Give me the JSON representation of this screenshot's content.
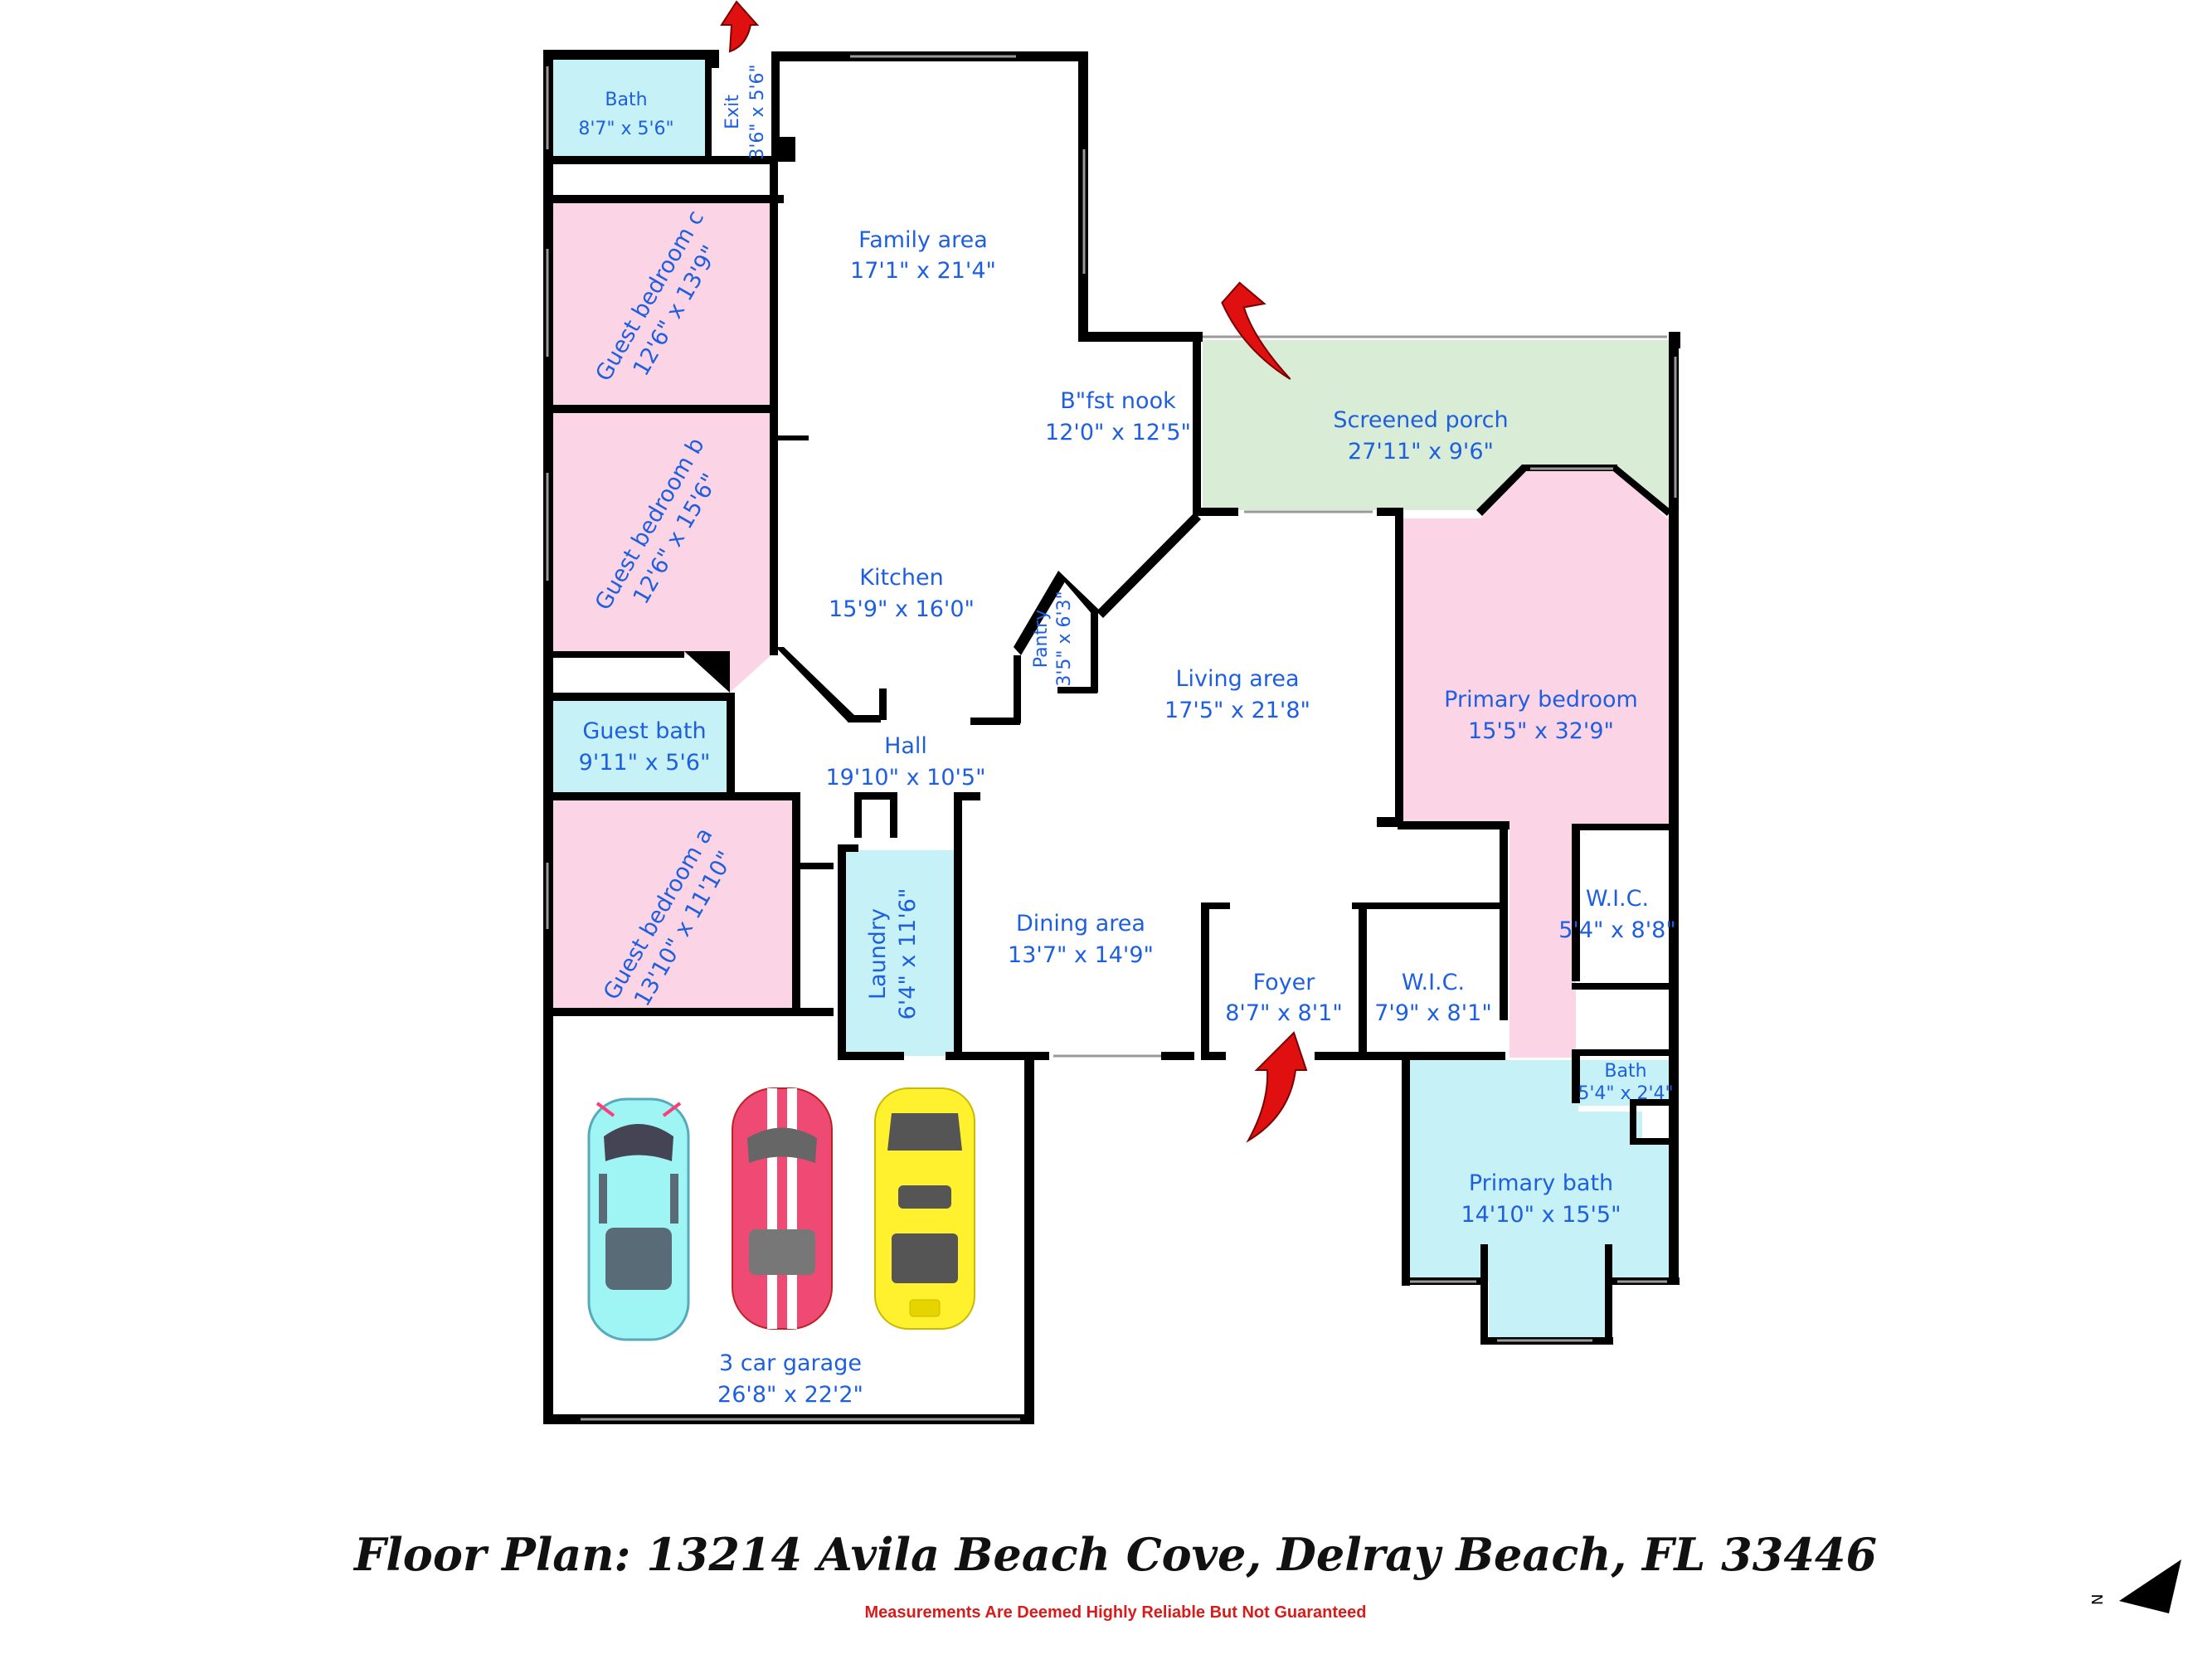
{
  "title": "Floor Plan: 13214 Avila Beach Cove, Delray Beach, FL 33446",
  "disclaimer": "Measurements Are Deemed Highly Reliable But Not Guaranteed",
  "compass_label": "N",
  "colors": {
    "bath": "#c6f1f7",
    "bedroom": "#fbd5e5",
    "porch": "#d9ecd5",
    "label": "#1e5fe0",
    "wall": "#000000",
    "arrow": "#e01010",
    "disclaimer": "#d81b1b"
  },
  "rooms": {
    "bath_top": {
      "name": "Bath",
      "size": "8'7\" x 5'6\""
    },
    "exit": {
      "name": "Exit",
      "size": "3'6\" x 5'6\""
    },
    "family": {
      "name": "Family area",
      "size": "17'1\" x 21'4\""
    },
    "guest_c": {
      "name": "Guest bedroom c",
      "size": "12'6\" x 13'9\""
    },
    "nook": {
      "name": "B\"fst nook",
      "size": "12'0\" x 12'5\""
    },
    "porch": {
      "name": "Screened porch",
      "size": "27'11\" x 9'6\""
    },
    "guest_b": {
      "name": "Guest bedroom b",
      "size": "12'6\" x 15'6\""
    },
    "kitchen": {
      "name": "Kitchen",
      "size": "15'9\" x 16'0\""
    },
    "pantry": {
      "name": "Pantry",
      "size": "3'5\" x 6'3\""
    },
    "living": {
      "name": "Living area",
      "size": "17'5\" x 21'8\""
    },
    "primary_bed": {
      "name": "Primary bedroom",
      "size": "15'5\" x 32'9\""
    },
    "guest_bath": {
      "name": "Guest bath",
      "size": "9'11\" x 5'6\""
    },
    "hall": {
      "name": "Hall",
      "size": "19'10\" x 10'5\""
    },
    "guest_a": {
      "name": "Guest bedroom a",
      "size": "13'10\" x 11'10\""
    },
    "laundry": {
      "name": "Laundry",
      "size": "6'4\" x 11'6\""
    },
    "dining": {
      "name": "Dining area",
      "size": "13'7\" x 14'9\""
    },
    "foyer": {
      "name": "Foyer",
      "size": "8'7\" x 8'1\""
    },
    "wic_1": {
      "name": "W.I.C.",
      "size": "7'9\" x 8'1\""
    },
    "wic_2": {
      "name": "W.I.C.",
      "size": "5'4\" x 8'8\""
    },
    "bath_small": {
      "name": "Bath",
      "size": "5'4\" x 2'4\""
    },
    "primary_bath": {
      "name": "Primary bath",
      "size": "14'10\" x 15'5\""
    },
    "garage": {
      "name": "3 car garage",
      "size": "26'8\" x 22'2\""
    }
  },
  "cars": [
    {
      "color": "#9ff4f4",
      "type": "suv"
    },
    {
      "color": "#ee4a73",
      "type": "sports-striped"
    },
    {
      "color": "#fff12e",
      "type": "sports"
    }
  ]
}
